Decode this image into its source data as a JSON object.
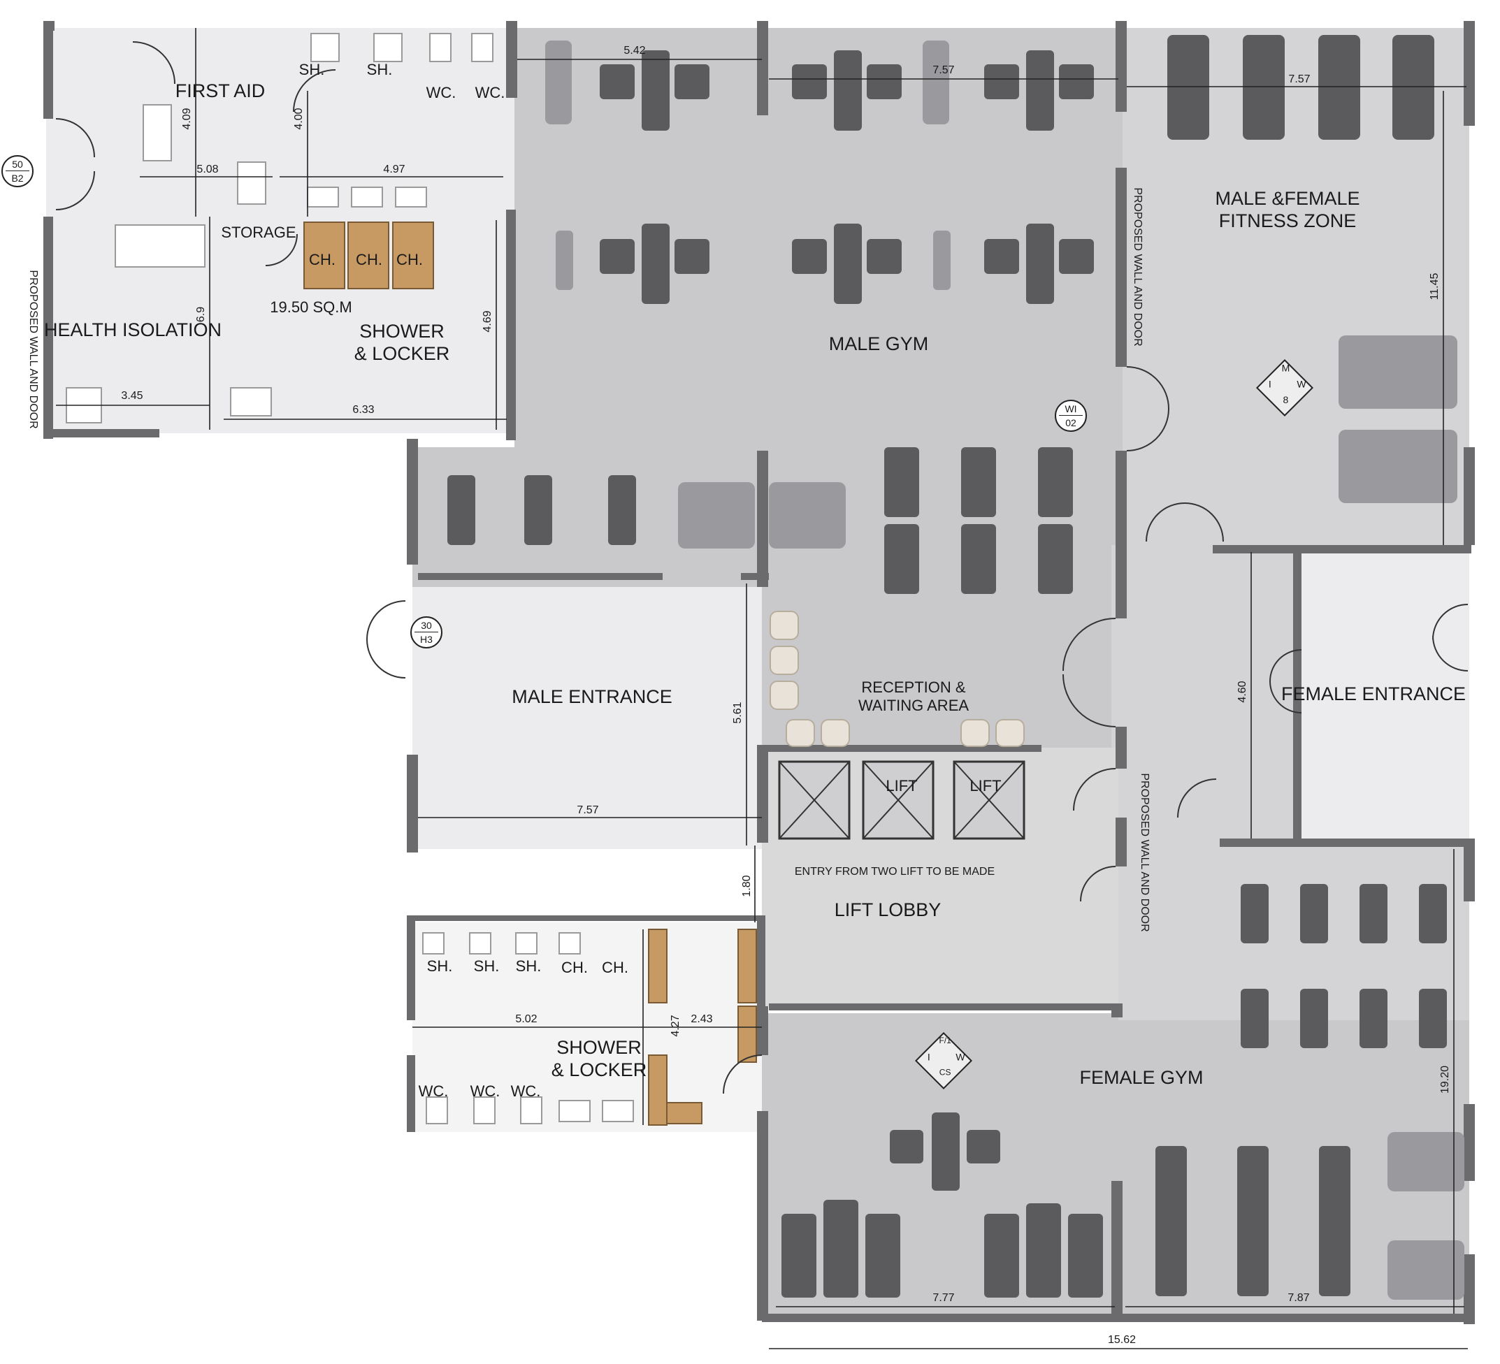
{
  "rooms": {
    "first_aid": "FIRST AID",
    "health_isolation": "HEALTH ISOLATION",
    "storage": "STORAGE",
    "area": "19.50 SQ.M",
    "shower_locker_top_l1": "SHOWER",
    "shower_locker_top_l2": "& LOCKER",
    "male_gym": "MALE GYM",
    "fitness_l1": "MALE &FEMALE",
    "fitness_l2": "FITNESS ZONE",
    "male_entrance": "MALE ENTRANCE",
    "reception_l1": "RECEPTION &",
    "reception_l2": "WAITING AREA",
    "female_entrance": "FEMALE ENTRANCE",
    "lift_lobby": "LIFT LOBBY",
    "lift_note": "ENTRY FROM TWO LIFT TO BE MADE",
    "lift": "LIFT",
    "shower_locker_bot_l1": "SHOWER",
    "shower_locker_bot_l2": "& LOCKER",
    "female_gym": "FEMALE GYM"
  },
  "fixtures": {
    "sh": "SH.",
    "wc": "WC.",
    "ch": "CH."
  },
  "notes": {
    "proposed_wall": "PROPOSED WALL AND DOOR"
  },
  "dimensions": {
    "d_542": "5.42",
    "d_757_a": "7.57",
    "d_757_b": "7.57",
    "d_757_c": "7.57",
    "d_409": "4.09",
    "d_508": "5.08",
    "d_400": "4.00",
    "d_497": "4.97",
    "d_1145": "11.45",
    "d_69": "6.9",
    "d_469": "4.69",
    "d_345": "3.45",
    "d_633": "6.33",
    "d_561": "5.61",
    "d_460": "4.60",
    "d_180": "1.80",
    "d_502": "5.02",
    "d_427": "4.27",
    "d_243": "2.43",
    "d_1920": "19.20",
    "d_777": "7.77",
    "d_787": "7.87",
    "d_1562": "15.62"
  },
  "bubbles": {
    "b1_top": "50",
    "b1_bot": "B2",
    "b2_top": "WI",
    "b2_bot": "02",
    "b3_top": "30",
    "b3_bot": "H3"
  },
  "compass_male": {
    "n": "M",
    "w": "I",
    "e": "W",
    "s": "8"
  },
  "compass_female": {
    "n": "F/1",
    "w": "I",
    "e": "W",
    "s": "CS"
  }
}
